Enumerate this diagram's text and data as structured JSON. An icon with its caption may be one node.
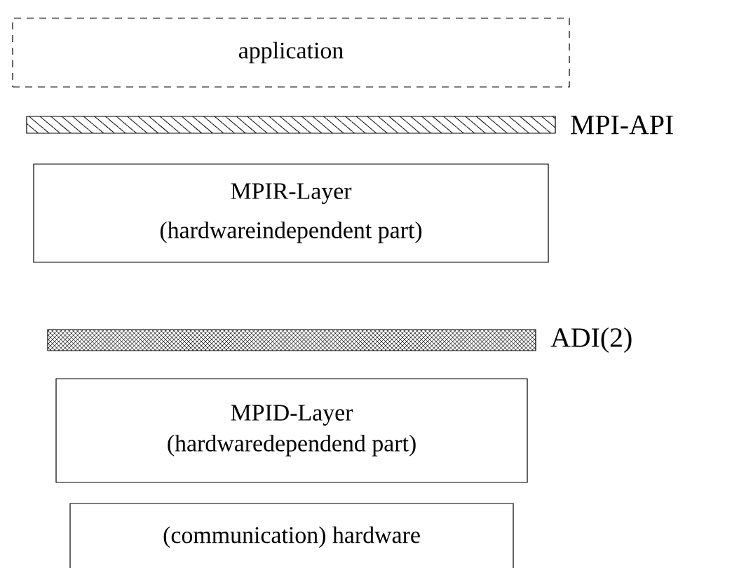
{
  "diagram": {
    "nodes": [
      {
        "text": [
          "application"
        ]
      },
      {
        "text": [],
        "shape": "bar",
        "beside": [
          "MPI-API"
        ]
      },
      {
        "text": [
          "MPIR-Layer",
          "(hardwareindependent part)"
        ]
      },
      {
        "text": [],
        "shape": "bar",
        "beside": [
          "ADI(2)"
        ]
      },
      {
        "text": [
          "MPID-Layer",
          "(hardwaredependend part)"
        ]
      },
      {
        "text": [
          "(communication) hardware"
        ]
      }
    ]
  }
}
